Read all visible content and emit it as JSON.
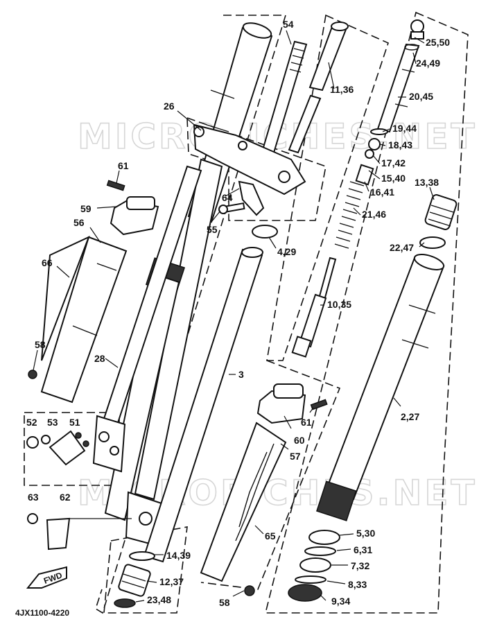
{
  "diagram": {
    "code": "4JX1100-4220",
    "watermark": "MICROFICHES.NET",
    "fwd_label": "FWD",
    "labels": [
      "54",
      "26",
      "11,36",
      "25,50",
      "24,49",
      "20,45",
      "19,44",
      "18,43",
      "17,42",
      "15,40",
      "16,41",
      "21,46",
      "13,38",
      "22,47",
      "61",
      "59",
      "56",
      "64",
      "55",
      "4,29",
      "66",
      "10,35",
      "58",
      "28",
      "3",
      "52",
      "53",
      "51",
      "2,27",
      "61",
      "60",
      "57",
      "63",
      "62",
      "65",
      "5,30",
      "6,31",
      "7,32",
      "8,33",
      "9,34",
      "14,39",
      "12,37",
      "23,48",
      "58"
    ]
  }
}
